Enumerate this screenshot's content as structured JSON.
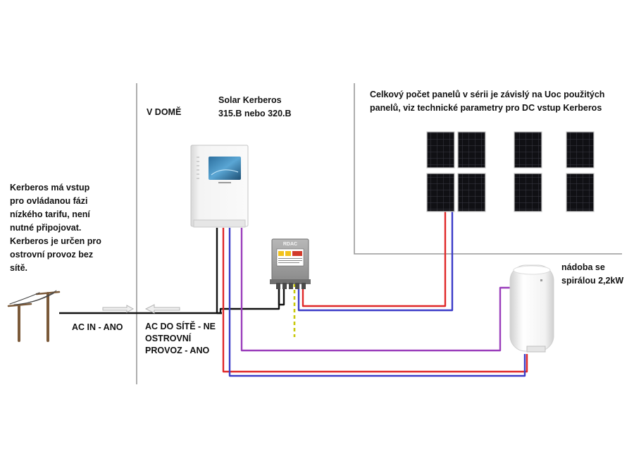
{
  "labels": {
    "house": "V DOMĚ",
    "inverter_line1": "Solar Kerberos",
    "inverter_line2": "315.B nebo 320.B",
    "panels_line1": "Celkový počet panelů v sérii je závislý na Uoc použitých",
    "panels_line2": "panelů, viz technické parametry pro DC vstup Kerberos",
    "left_note": [
      "Kerberos má vstup",
      "pro ovládanou fázi",
      "nízkého tarifu, není",
      "nutné připojovat.",
      "Kerberos je určen pro",
      "ostrovní provoz bez",
      "sítě."
    ],
    "ac_in": "AC IN - ANO",
    "ac_grid": [
      "AC DO SÍTĚ - NE",
      "OSTROVNÍ",
      "PROVOZ - ANO"
    ],
    "boiler": [
      "nádoba se",
      "spirálou 2,2kW"
    ],
    "rdac": "RDAC"
  },
  "colors": {
    "wire_phase": "#e02828",
    "wire_neutral": "#3c3cc8",
    "wire_heater": "#9a3dbb",
    "wire_ac": "#111111",
    "wire_pe": "#c8c80a",
    "divider": "#999999"
  },
  "icons": {
    "pole": "utility-pole-icon",
    "inverter": "inverter-device-icon",
    "rdac": "rdac-box-icon",
    "panel": "solar-panel-icon",
    "boiler": "water-heater-icon",
    "arrow": "left-arrow-icon"
  }
}
